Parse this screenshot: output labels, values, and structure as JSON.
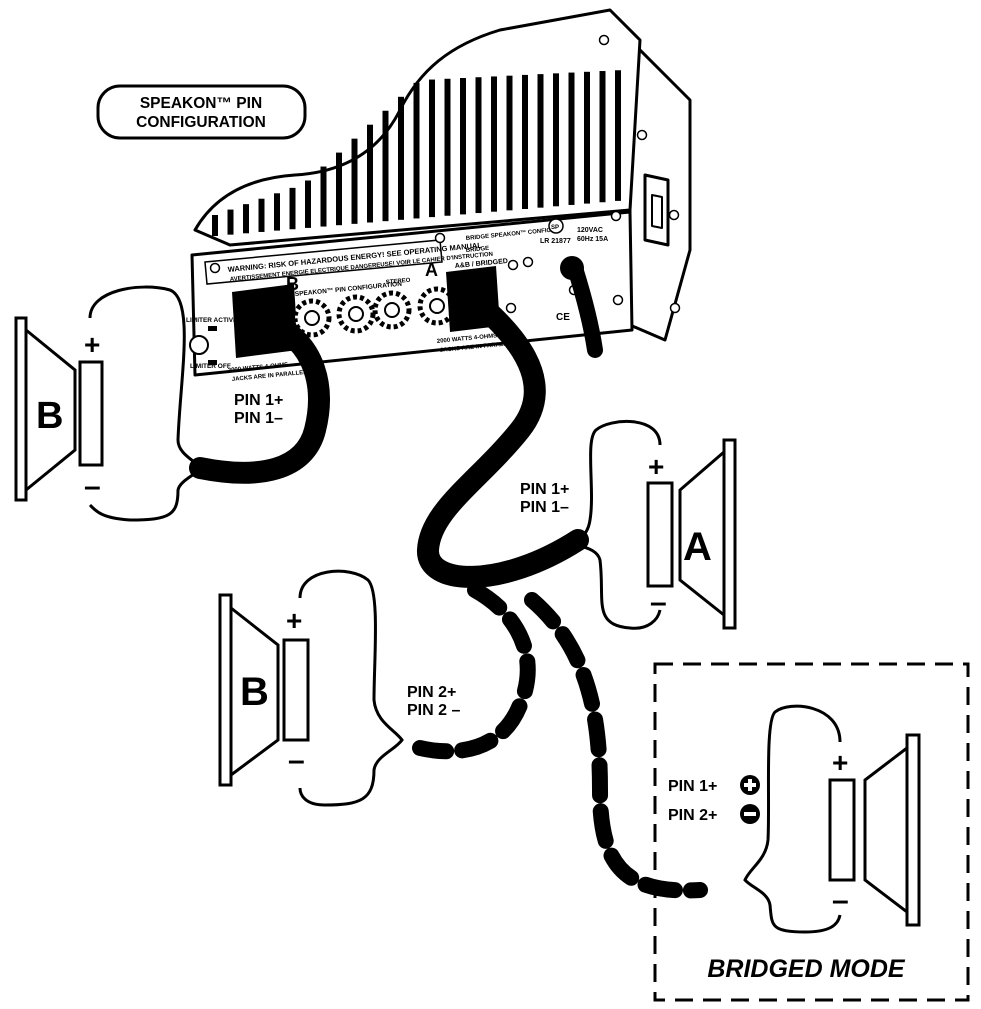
{
  "callout": {
    "line1": "SPEAKON™ PIN",
    "line2": "CONFIGURATION"
  },
  "amplifier": {
    "warning_line1": "WARNING: RISK OF HAZARDOUS ENERGY! SEE OPERATING MANUAL",
    "warning_line2": "AVERTISSEMENT ENERGIE ELECTRIQUE DANGEREUSE! VOIR LE CAHIER D'INSTRUCTION",
    "pin_config_title": "SPEAKON™ PIN CONFIGURATION",
    "channel_b": "B",
    "channel_a": "A",
    "ab_bridged": "A&B / BRIDGED",
    "bridge_config": "BRIDGE SPEAKON™ CONFIG",
    "bridge_label": "BRIDGE",
    "stereo_label": "STEREO",
    "power_rating_left": "2000 WATTS 4-OHMS",
    "parallel_left": "JACKS ARE IN PARALLEL",
    "power_rating_right": "2000 WATTS 4-OHMS",
    "parallel_right": "JACKS ARE IN PARALLEL",
    "limiter_active": "LIMITER ACTIVE",
    "limiter_off": "LIMITER OFF",
    "voltage": "120VAC",
    "frequency": "60Hz 15A",
    "cert": "LR 21877",
    "ce_mark": "CE",
    "csa_logo": "SP"
  },
  "speakers": [
    {
      "id": "speaker-b-top",
      "letter": "B",
      "plus": "+",
      "minus": "–"
    },
    {
      "id": "speaker-a",
      "letter": "A",
      "plus": "+",
      "minus": "–"
    },
    {
      "id": "speaker-b-bottom",
      "letter": "B",
      "plus": "+",
      "minus": "–"
    },
    {
      "id": "speaker-bridged",
      "letter": "",
      "plus": "+",
      "minus": "–"
    }
  ],
  "pin_labels": {
    "b_top": {
      "line1": "PIN 1+",
      "line2": "PIN 1–"
    },
    "a": {
      "line1": "PIN 1+",
      "line2": "PIN 1–"
    },
    "b_bottom": {
      "line1": "PIN 2+",
      "line2": "PIN 2 –"
    },
    "bridged": {
      "line1": "PIN 1+",
      "line2": "PIN 2+"
    }
  },
  "bridged_mode": {
    "title": "BRIDGED MODE"
  }
}
